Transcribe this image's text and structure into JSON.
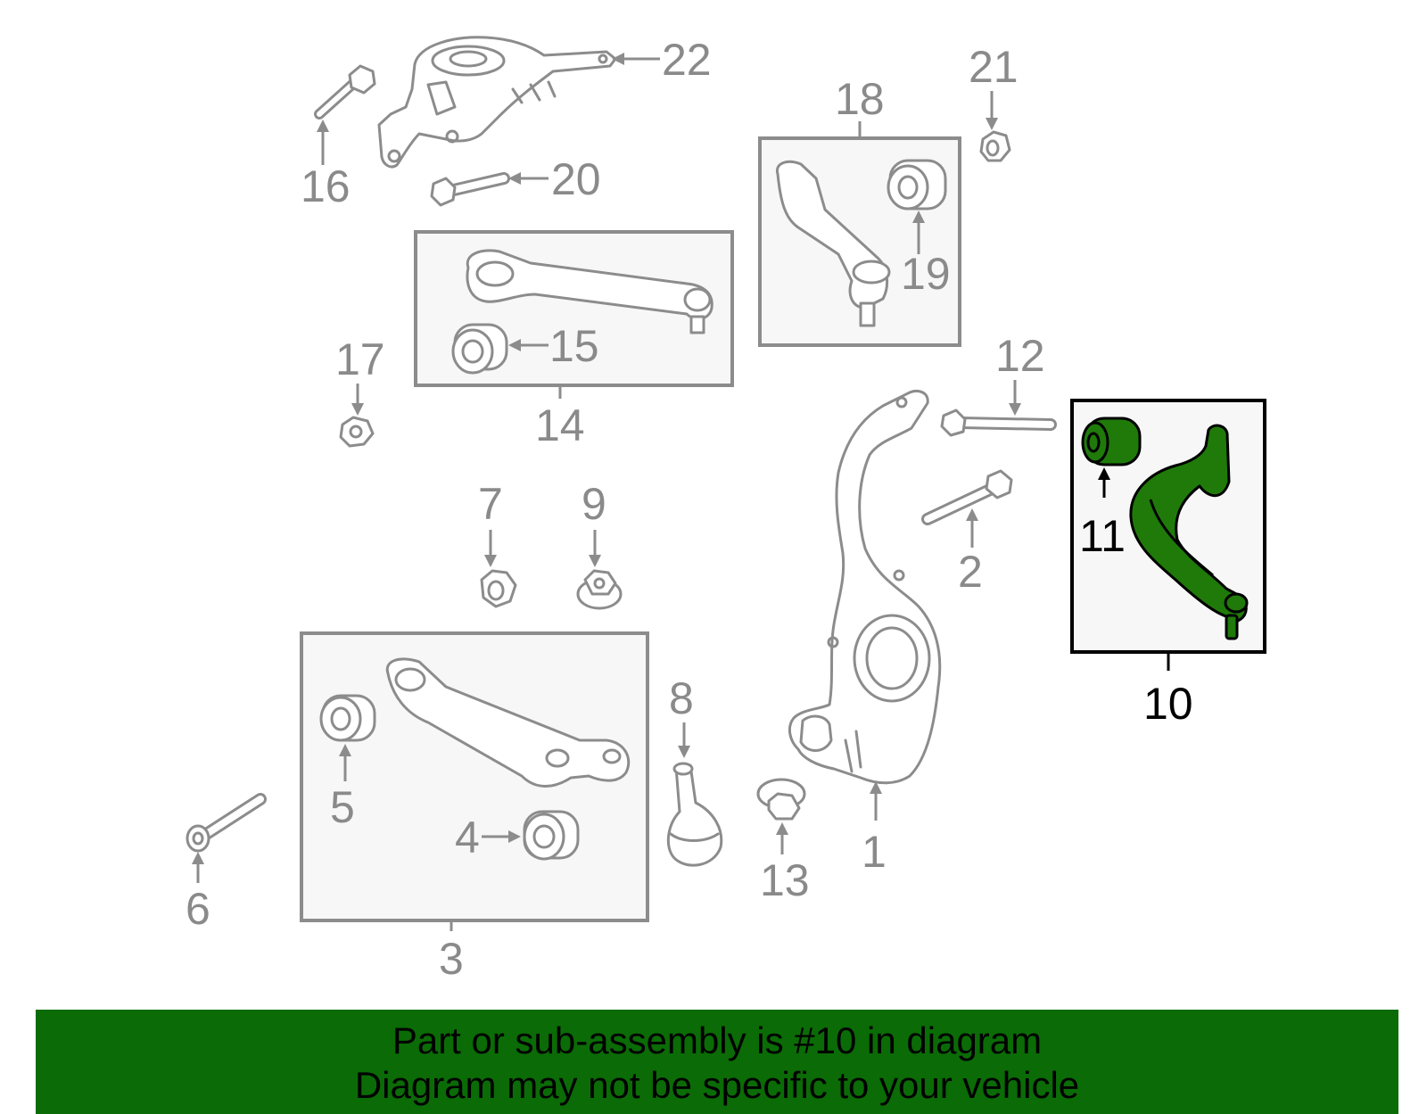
{
  "callouts": {
    "c1": "1",
    "c2": "2",
    "c3": "3",
    "c4": "4",
    "c5": "5",
    "c6": "6",
    "c7": "7",
    "c8": "8",
    "c9": "9",
    "c10": "10",
    "c11": "11",
    "c12": "12",
    "c13": "13",
    "c14": "14",
    "c15": "15",
    "c16": "16",
    "c17": "17",
    "c18": "18",
    "c19": "19",
    "c20": "20",
    "c21": "21",
    "c22": "22"
  },
  "highlighted_part": "10",
  "colors": {
    "highlight_part": "#1f7a0a",
    "banner_background": "#0b6b06",
    "part_outline": "#8c8c8c",
    "highlight_outline": "#000000"
  },
  "banner": {
    "line1": "Part or sub-assembly is #10 in diagram",
    "line2": "Diagram may not be specific to your vehicle"
  }
}
